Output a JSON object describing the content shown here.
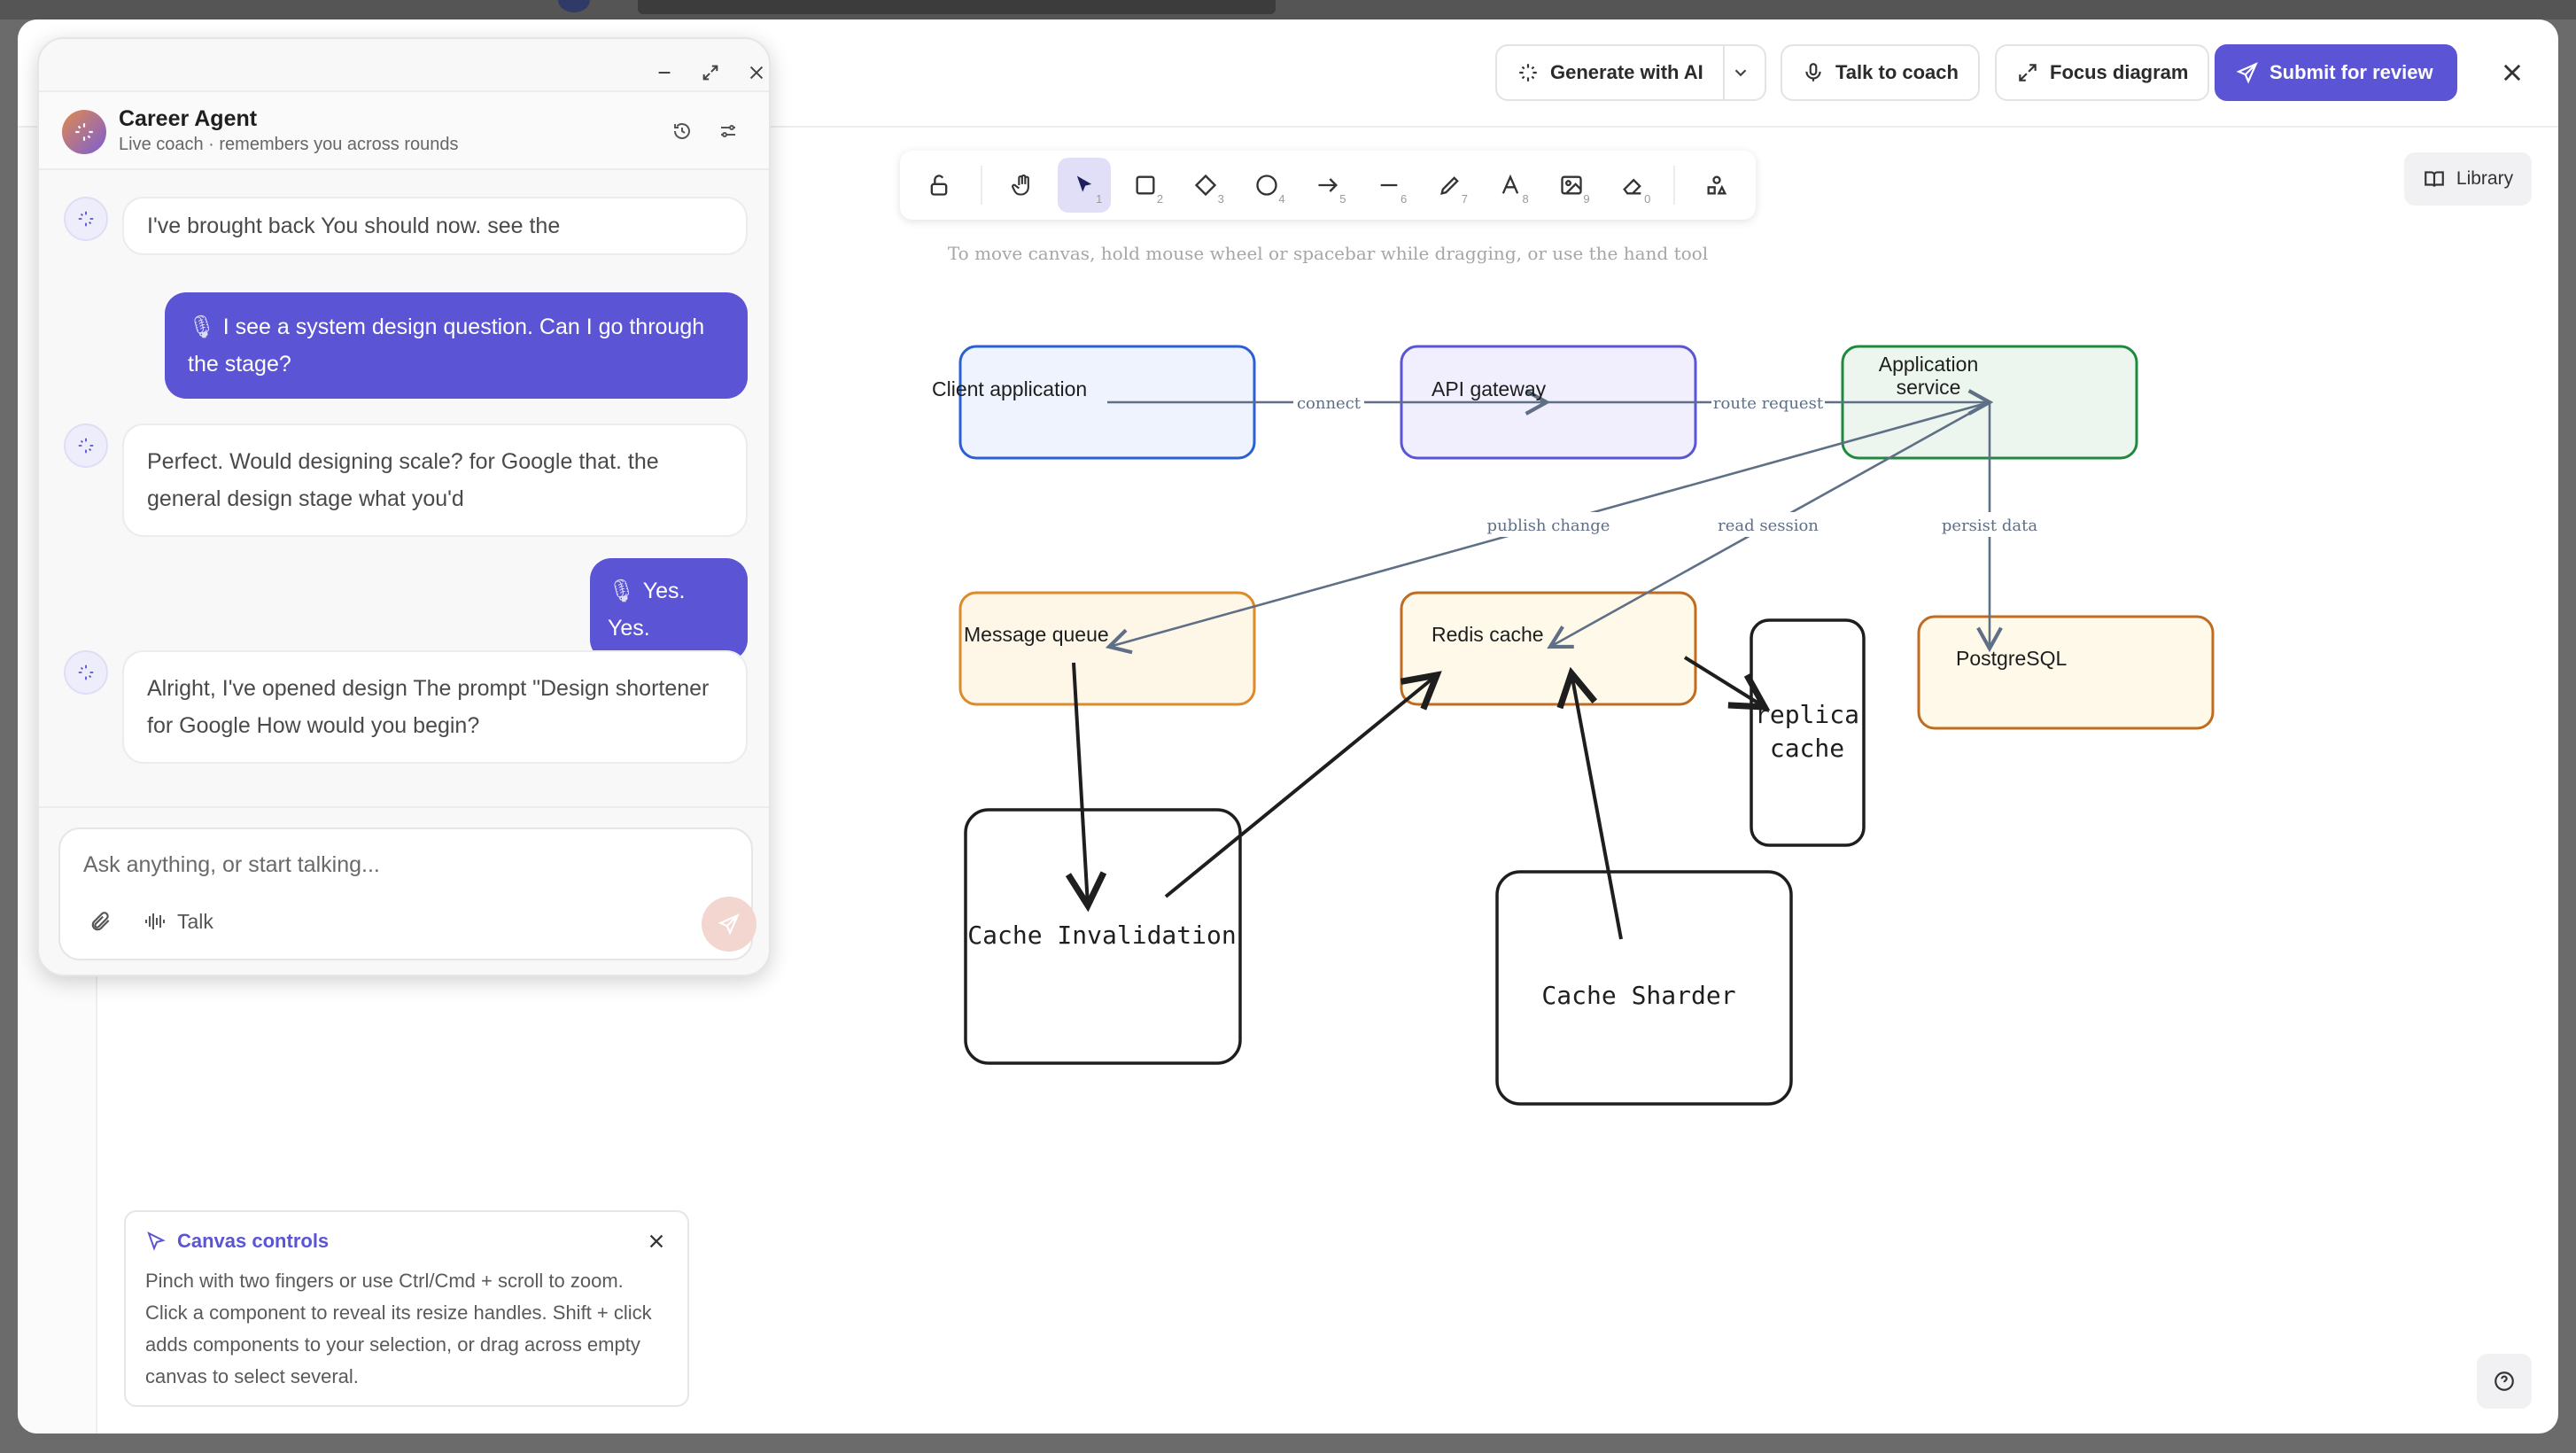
{
  "topbar": {
    "generate_label": "Generate with AI",
    "talk_label": "Talk to coach",
    "focus_label": "Focus diagram",
    "submit_label": "Submit for review"
  },
  "toolbar": {
    "tools": [
      {
        "name": "lock",
        "num": ""
      },
      {
        "name": "hand",
        "num": ""
      },
      {
        "name": "select",
        "num": "1"
      },
      {
        "name": "rectangle",
        "num": "2"
      },
      {
        "name": "diamond",
        "num": "3"
      },
      {
        "name": "ellipse",
        "num": "4"
      },
      {
        "name": "arrow",
        "num": "5"
      },
      {
        "name": "line",
        "num": "6"
      },
      {
        "name": "pencil",
        "num": "7"
      },
      {
        "name": "text",
        "num": "8"
      },
      {
        "name": "image",
        "num": "9"
      },
      {
        "name": "eraser",
        "num": "0"
      },
      {
        "name": "shapes",
        "num": ""
      }
    ],
    "hint": "To move canvas, hold mouse wheel or spacebar while dragging, or use the hand tool"
  },
  "library_label": "Library",
  "diagram": {
    "client": "Client application",
    "gateway": "API gateway",
    "app_line1": "Application",
    "app_line2": "service",
    "queue": "Message queue",
    "redis": "Redis cache",
    "postgres": "PostgreSQL",
    "replica_line1": "replica",
    "replica_line2": "cache",
    "invalidation": "Cache Invalidation",
    "sharder": "Cache Sharder",
    "edge_connect": "connect",
    "edge_route": "route request",
    "edge_publish": "publish change",
    "edge_read": "read session",
    "edge_persist": "persist data"
  },
  "chat": {
    "agent_name": "Career Agent",
    "agent_sub": "Live coach · remembers you across rounds",
    "messages": [
      {
        "role": "ai",
        "text": "I've brought back You should now. see the"
      },
      {
        "role": "me",
        "text": "I see a system design question. Can I go through the stage?"
      },
      {
        "role": "ai",
        "text": "Perfect. Would designing scale? for Google that. the general design stage what you'd"
      },
      {
        "role": "me",
        "text": "Yes. Yes."
      },
      {
        "role": "ai",
        "text": "Alright, I've opened design The prompt \"Design shortener for Google How would you begin?"
      }
    ],
    "placeholder": "Ask anything, or start talking...",
    "talk_label": "Talk"
  },
  "canvas_controls": {
    "title": "Canvas controls",
    "body": "Pinch with two fingers or use Ctrl/Cmd + scroll to zoom. Click a component to reveal its resize handles. Shift + click adds components to your selection, or drag across empty canvas to select several."
  }
}
